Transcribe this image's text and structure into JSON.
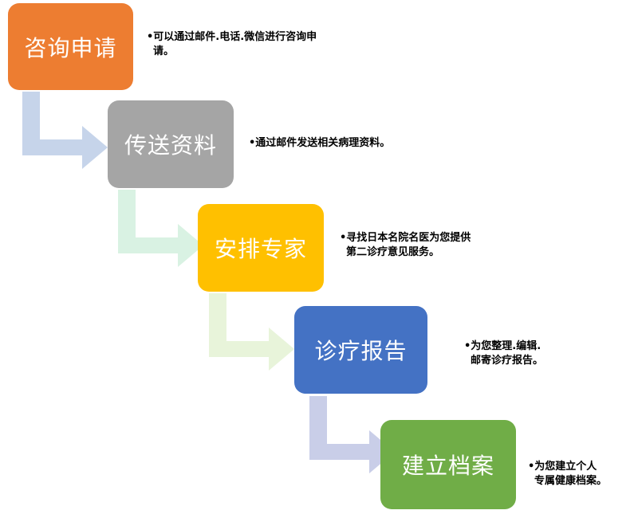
{
  "colors": {
    "step1": "#ED7D31",
    "step2": "#A5A5A5",
    "step3": "#FFC000",
    "step4": "#4472C4",
    "step5": "#70AD47",
    "arrow1": "#C6D4EA",
    "arrow2": "#D9F2E3",
    "arrow3": "#E8F4DA",
    "arrow4": "#C9CEE8"
  },
  "steps": [
    {
      "label": "咨询申请",
      "note": [
        "•可以通过邮件.电话.微信进行咨询申",
        "请。"
      ]
    },
    {
      "label": "传送资料",
      "note": [
        "•通过邮件发送相关病理资料。"
      ]
    },
    {
      "label": "安排专家",
      "note": [
        "•寻找日本名院名医为您提供",
        "第二诊疗意见服务。"
      ]
    },
    {
      "label": "诊疗报告",
      "note": [
        "•为您整理.编辑.",
        "邮寄诊疗报告。"
      ]
    },
    {
      "label": "建立档案",
      "note": [
        "•为您建立个人",
        "专属健康档案。"
      ]
    }
  ]
}
